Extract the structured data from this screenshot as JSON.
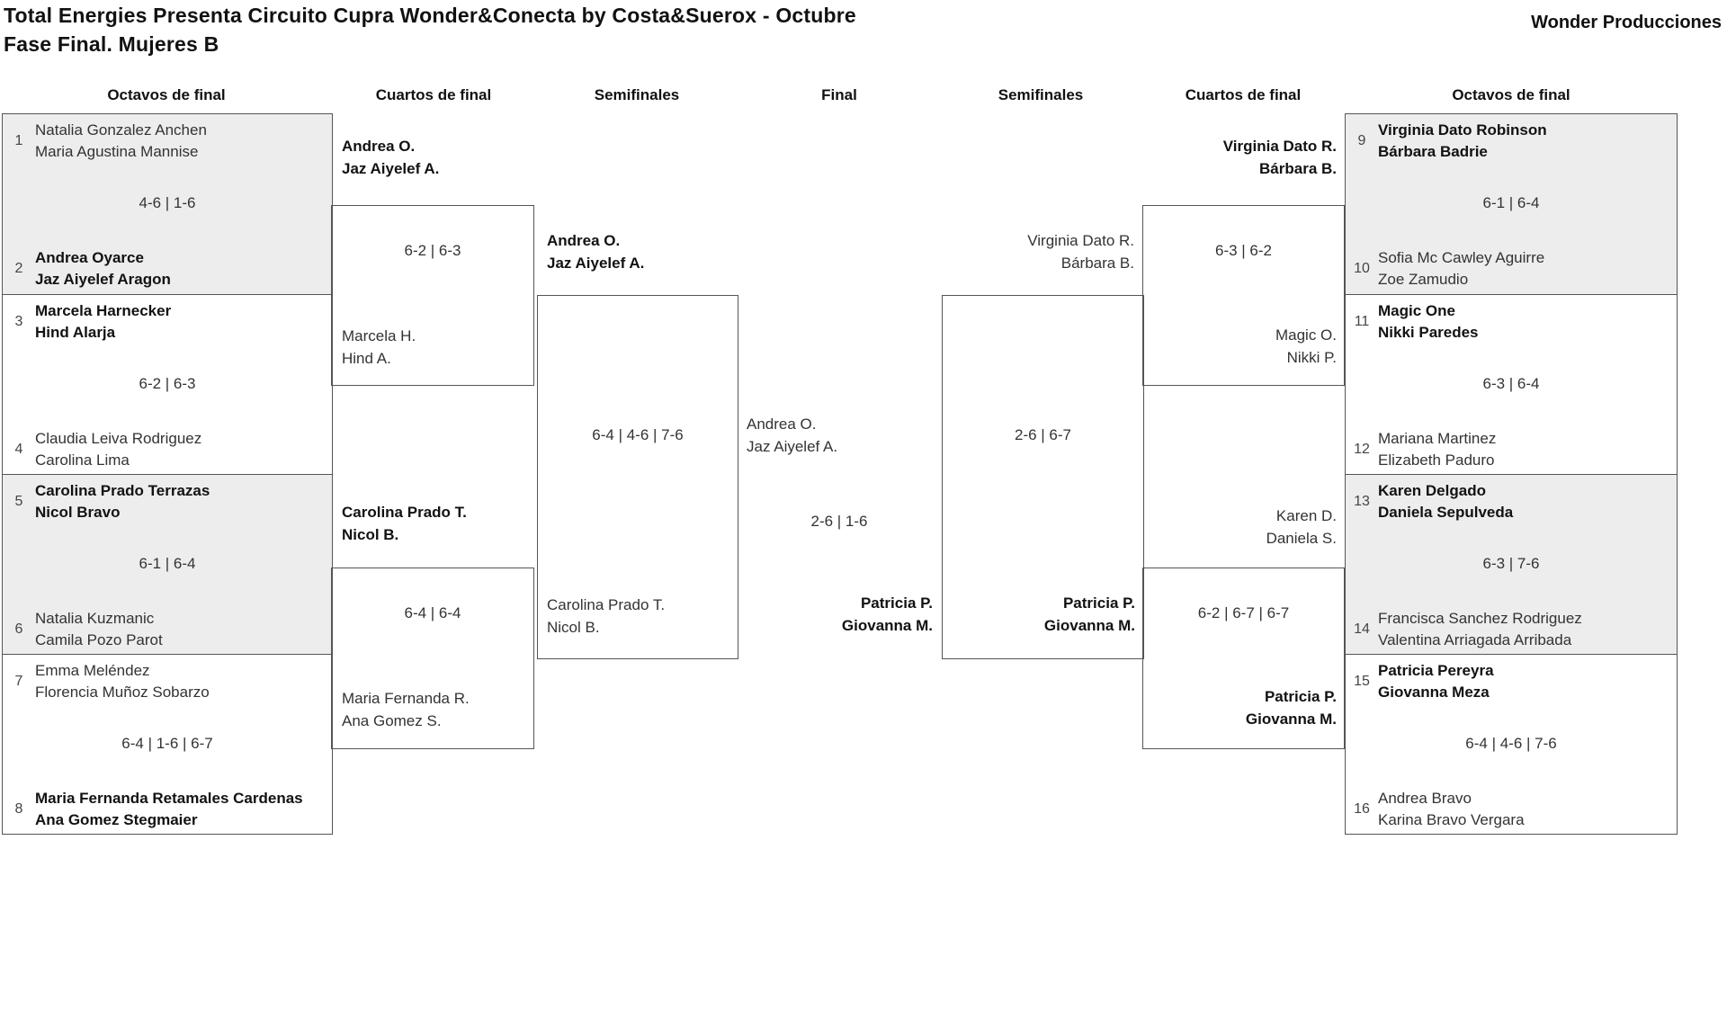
{
  "header": {
    "title_line1": "Total Energies Presenta Circuito Cupra Wonder&Conecta by Costa&Suerox - Octubre",
    "title_line2": "Fase Final. Mujeres B",
    "brand": "Wonder Producciones"
  },
  "rounds": [
    "Octavos de final",
    "Cuartos de final",
    "Semifinales",
    "Final",
    "Semifinales",
    "Cuartos de final",
    "Octavos de final"
  ],
  "colors": {
    "shaded_box": "#ededed",
    "box_border": "#555555",
    "winner_text": "#121212",
    "regular_text": "#333333"
  },
  "bracket": {
    "octavos_left": [
      {
        "top_seed": "1",
        "top": [
          "Natalia Gonzalez Anchen",
          "Maria Agustina Mannise"
        ],
        "score": "4-6 | 1-6",
        "bottom_seed": "2",
        "bottom": [
          "Andrea Oyarce",
          "Jaz Aiyelef Aragon"
        ],
        "winner": "bottom"
      },
      {
        "top_seed": "3",
        "top": [
          "Marcela Harnecker",
          "Hind Alarja"
        ],
        "score": "6-2 | 6-3",
        "bottom_seed": "4",
        "bottom": [
          "Claudia Leiva Rodriguez",
          "Carolina Lima"
        ],
        "winner": "top"
      },
      {
        "top_seed": "5",
        "top": [
          "Carolina Prado Terrazas",
          "Nicol Bravo"
        ],
        "score": "6-1 | 6-4",
        "bottom_seed": "6",
        "bottom": [
          "Natalia Kuzmanic",
          "Camila Pozo Parot"
        ],
        "winner": "top"
      },
      {
        "top_seed": "7",
        "top": [
          "Emma Meléndez",
          "Florencia Muñoz Sobarzo"
        ],
        "score": "6-4 | 1-6 | 6-7",
        "bottom_seed": "8",
        "bottom": [
          "Maria Fernanda Retamales Cardenas",
          "Ana Gomez Stegmaier"
        ],
        "winner": "bottom"
      }
    ],
    "octavos_right": [
      {
        "top_seed": "9",
        "top": [
          "Virginia Dato Robinson",
          "Bárbara Badrie"
        ],
        "score": "6-1 | 6-4",
        "bottom_seed": "10",
        "bottom": [
          "Sofia Mc Cawley Aguirre",
          "Zoe Zamudio"
        ],
        "winner": "top"
      },
      {
        "top_seed": "11",
        "top": [
          "Magic One",
          "Nikki Paredes"
        ],
        "score": "6-3 | 6-4",
        "bottom_seed": "12",
        "bottom": [
          "Mariana Martinez",
          "Elizabeth Paduro"
        ],
        "winner": "top"
      },
      {
        "top_seed": "13",
        "top": [
          "Karen Delgado",
          "Daniela Sepulveda"
        ],
        "score": "6-3 | 7-6",
        "bottom_seed": "14",
        "bottom": [
          "Francisca Sanchez Rodriguez",
          "Valentina Arriagada Arribada"
        ],
        "winner": "top"
      },
      {
        "top_seed": "15",
        "top": [
          "Patricia Pereyra",
          "Giovanna Meza"
        ],
        "score": "6-4 | 4-6 | 7-6",
        "bottom_seed": "16",
        "bottom": [
          "Andrea Bravo",
          "Karina Bravo Vergara"
        ],
        "winner": "top"
      }
    ],
    "cuartos_left": [
      {
        "top": [
          "Andrea O.",
          "Jaz Aiyelef A."
        ],
        "score": "6-2 | 6-3",
        "bottom": [
          "Marcela H.",
          "Hind A."
        ],
        "winner": "top"
      },
      {
        "top": [
          "Carolina Prado T.",
          "Nicol B."
        ],
        "score": "6-4 | 6-4",
        "bottom": [
          "Maria Fernanda R.",
          "Ana Gomez S."
        ],
        "winner": "top"
      }
    ],
    "cuartos_right": [
      {
        "top": [
          "Virginia Dato R.",
          "Bárbara B."
        ],
        "score": "6-3 | 6-2",
        "bottom": [
          "Magic O.",
          "Nikki P."
        ],
        "winner": "top"
      },
      {
        "top": [
          "Karen D.",
          "Daniela S."
        ],
        "score": "6-2 | 6-7 | 6-7",
        "bottom": [
          "Patricia P.",
          "Giovanna M."
        ],
        "winner": "bottom"
      }
    ],
    "semis_left": {
      "top": [
        "Andrea O.",
        "Jaz Aiyelef A."
      ],
      "score": "6-4 | 4-6 | 7-6",
      "bottom": [
        "Carolina Prado T.",
        "Nicol B."
      ],
      "winner": "top"
    },
    "semis_right": {
      "top": [
        "Virginia Dato R.",
        "Bárbara B."
      ],
      "score": "2-6 | 6-7",
      "bottom": [
        "Patricia P.",
        "Giovanna M."
      ],
      "winner": "bottom"
    },
    "final": {
      "left": [
        "Andrea O.",
        "Jaz Aiyelef A."
      ],
      "score": "2-6 | 1-6",
      "right": [
        "Patricia P.",
        "Giovanna M."
      ],
      "winner": "right"
    }
  }
}
